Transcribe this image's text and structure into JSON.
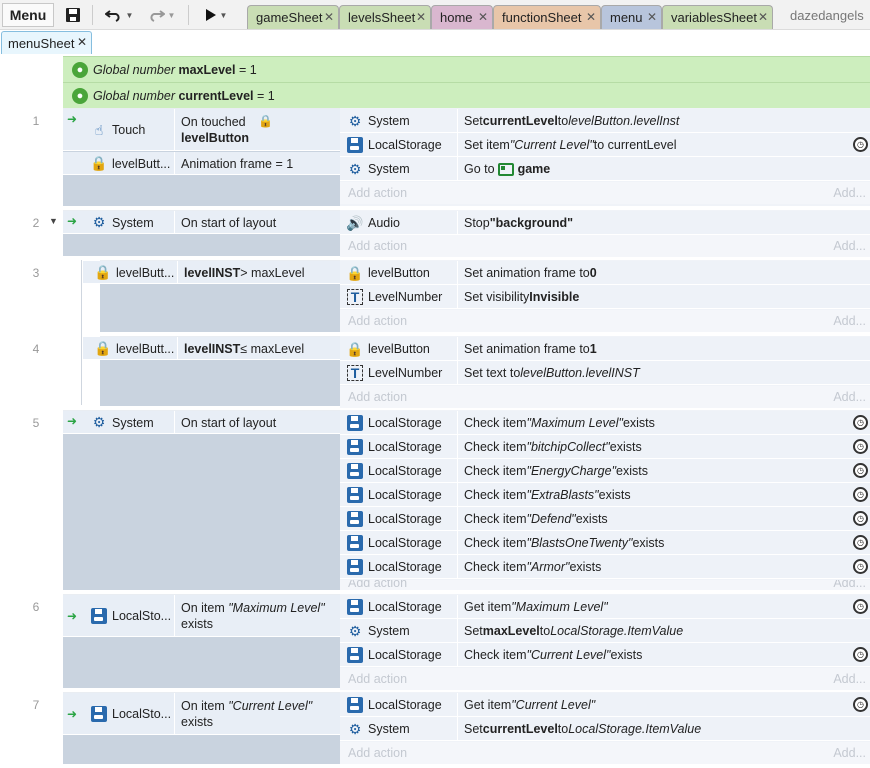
{
  "toolbar": {
    "menu_label": "Menu",
    "tabs": [
      {
        "label": "gameSheet",
        "color": "#c9ddb4"
      },
      {
        "label": "levelsSheet",
        "color": "#c9ddb4"
      },
      {
        "label": "home",
        "color": "#d9b7cf"
      },
      {
        "label": "functionSheet",
        "color": "#e8c6a9"
      },
      {
        "label": "menu",
        "color": "#b8c5dc"
      },
      {
        "label": "variablesSheet",
        "color": "#c9ddb4"
      }
    ],
    "user": "dazedangels",
    "close_glyph": "✕"
  },
  "active_tab": {
    "label": "menuSheet"
  },
  "globals": [
    {
      "prefix": "Global number",
      "name": "maxLevel",
      "suffix": "= 1"
    },
    {
      "prefix": "Global number",
      "name": "currentLevel",
      "suffix": "= 1"
    }
  ],
  "add_action": "Add action",
  "add_right": "Add...",
  "events": {
    "e1": {
      "num": "1",
      "c1_obj": "Touch",
      "c1_txt_a": "On touched",
      "c1_txt_b": "levelButton",
      "c2_obj": "levelButt...",
      "c2_txt": "Animation frame = 1",
      "a1_obj": "System",
      "a1_pre": "Set ",
      "a1_b": "currentLevel",
      "a1_mid": " to ",
      "a1_i": "levelButton.levelInst",
      "a2_obj": "LocalStorage",
      "a2_pre": "Set item ",
      "a2_i": "\"Current Level\"",
      "a2_post": " to currentLevel",
      "a3_obj": "System",
      "a3_pre": "Go to ",
      "a3_b": "game"
    },
    "e2": {
      "num": "2",
      "c_obj": "System",
      "c_txt": "On start of layout",
      "a1_obj": "Audio",
      "a1_pre": "Stop ",
      "a1_b": "\"background\""
    },
    "e3": {
      "num": "3",
      "c_obj": "levelButt...",
      "c_b": "levelINST",
      "c_post": " > maxLevel",
      "a1_obj": "levelButton",
      "a1_pre": "Set animation frame to ",
      "a1_b": "0",
      "a2_obj": "LevelNumber",
      "a2_pre": "Set visibility ",
      "a2_b": "Invisible"
    },
    "e4": {
      "num": "4",
      "c_obj": "levelButt...",
      "c_b": "levelINST",
      "c_post": " ≤ maxLevel",
      "a1_obj": "levelButton",
      "a1_pre": "Set animation frame to ",
      "a1_b": "1",
      "a2_obj": "LevelNumber",
      "a2_pre": "Set text to ",
      "a2_i": "levelButton.levelINST"
    },
    "e5": {
      "num": "5",
      "c_obj": "System",
      "c_txt": "On start of layout",
      "check_pre": "Check item ",
      "check_post": " exists",
      "items": [
        "\"Maximum Level\"",
        "\"bitchipCollect\"",
        "\"EnergyCharge\"",
        "\"ExtraBlasts\"",
        "\"Defend\"",
        "\"BlastsOneTwenty\"",
        "\"Armor\""
      ],
      "obj": "LocalStorage"
    },
    "e6": {
      "num": "6",
      "c_obj": "LocalSto...",
      "c_pre": "On item ",
      "c_i": "\"Maximum Level\"",
      "c_post": "exists",
      "a1_obj": "LocalStorage",
      "a1_pre": "Get item ",
      "a1_i": "\"Maximum Level\"",
      "a2_obj": "System",
      "a2_pre": "Set ",
      "a2_b": "maxLevel",
      "a2_mid": " to ",
      "a2_i": "LocalStorage.ItemValue",
      "a3_obj": "LocalStorage",
      "a3_pre": "Check item ",
      "a3_i": "\"Current Level\"",
      "a3_post": " exists"
    },
    "e7": {
      "num": "7",
      "c_obj": "LocalSto...",
      "c_pre": "On item ",
      "c_i": "\"Current Level\"",
      "c_post": "exists",
      "a1_obj": "LocalStorage",
      "a1_pre": "Get item ",
      "a1_i": "\"Current Level\"",
      "a2_obj": "System",
      "a2_pre": "Set ",
      "a2_b": "currentLevel",
      "a2_mid": " to ",
      "a2_i": "LocalStorage.ItemValue"
    }
  }
}
